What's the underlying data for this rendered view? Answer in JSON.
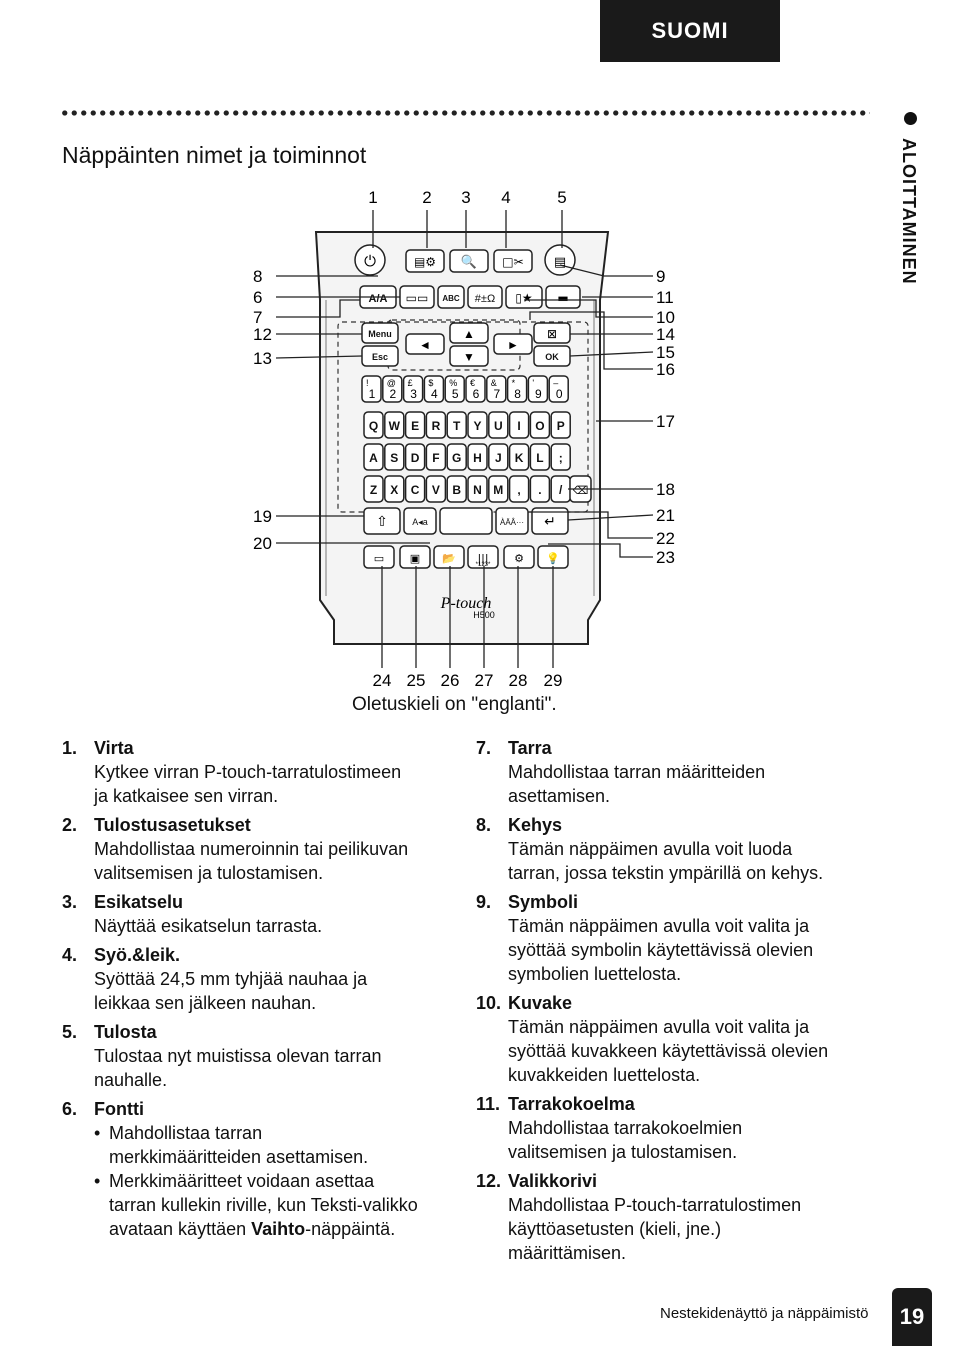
{
  "header": {
    "language_tab": "SUOMI",
    "side_label": "ALOITTAMINEN"
  },
  "section_title": "Näppäinten nimet ja toiminnot",
  "device": {
    "callouts_top": [
      "1",
      "2",
      "3",
      "4",
      "5"
    ],
    "callouts_left": [
      "8",
      "6",
      "7",
      "12",
      "13",
      "19",
      "20"
    ],
    "callouts_right": [
      "9",
      "11",
      "10",
      "14",
      "15",
      "16",
      "17",
      "18",
      "21",
      "22",
      "23"
    ],
    "callouts_bottom": [
      "24",
      "25",
      "26",
      "27",
      "28",
      "29"
    ],
    "keys": {
      "menu": "Menu",
      "esc": "Esc",
      "ok": "OK",
      "num_row": [
        "1",
        "2",
        "3",
        "4",
        "5",
        "6",
        "7",
        "8",
        "9",
        "0"
      ],
      "num_row_sym": [
        "!",
        "@",
        "£",
        "$",
        "%",
        "€",
        "&",
        "*",
        "'",
        "–"
      ],
      "row1": [
        "Q",
        "W",
        "E",
        "R",
        "T",
        "Y",
        "U",
        "I",
        "O",
        "P"
      ],
      "row2": [
        "A",
        "S",
        "D",
        "F",
        "G",
        "H",
        "J",
        "K",
        "L",
        ";"
      ],
      "row3": [
        "Z",
        "X",
        "C",
        "V",
        "B",
        "N",
        "M",
        ",",
        "."
      ],
      "case_key": "A◂a",
      "accent_key": "ÀÄÂ···",
      "abc_key": "ABC",
      "symbol_key": "#±Ω",
      "barcode_digits": "*123*",
      "brand": "P-touch",
      "model": "H500"
    },
    "default_language_note": "Oletuskieli on \"englanti\"."
  },
  "items_left": [
    {
      "num": "1.",
      "title": "Virta",
      "lines": [
        "Kytkee virran P-touch-tarratulostimeen",
        "ja katkaisee sen virran."
      ]
    },
    {
      "num": "2.",
      "title": "Tulostusasetukset",
      "lines": [
        "Mahdollistaa numeroinnin tai peilikuvan",
        "valitsemisen ja tulostamisen."
      ]
    },
    {
      "num": "3.",
      "title": "Esikatselu",
      "lines": [
        "Näyttää esikatselun tarrasta."
      ]
    },
    {
      "num": "4.",
      "title": "Syö.&leik.",
      "lines": [
        "Syöttää 24,5 mm tyhjää nauhaa ja",
        "leikkaa sen jälkeen nauhan."
      ]
    },
    {
      "num": "5.",
      "title": "Tulosta",
      "lines": [
        "Tulostaa nyt muistissa olevan tarran",
        "nauhalle."
      ]
    }
  ],
  "item6": {
    "num": "6.",
    "title": "Fontti",
    "bullet1": [
      "Mahdollistaa tarran",
      "merkkimääritteiden asettamisen."
    ],
    "bullet2_lines": [
      "Merkkimääritteet voidaan asettaa",
      "tarran kullekin riville, kun Teksti-valikko"
    ],
    "bullet2_pre": "avataan käyttäen ",
    "bullet2_bold": "Vaihto",
    "bullet2_post": "-näppäintä."
  },
  "items_right": [
    {
      "num": "7.",
      "title": "Tarra",
      "lines": [
        "Mahdollistaa tarran määritteiden",
        "asettamisen."
      ]
    },
    {
      "num": "8.",
      "title": "Kehys",
      "lines": [
        "Tämän näppäimen avulla voit luoda",
        "tarran, jossa tekstin ympärillä on kehys."
      ]
    },
    {
      "num": "9.",
      "title": "Symboli",
      "lines": [
        "Tämän näppäimen avulla voit valita ja",
        "syöttää symbolin käytettävissä olevien",
        "symbolien luettelosta."
      ]
    },
    {
      "num": "10.",
      "title": "Kuvake",
      "lines": [
        "Tämän näppäimen avulla voit valita ja",
        "syöttää kuvakkeen käytettävissä olevien",
        "kuvakkeiden luettelosta."
      ]
    },
    {
      "num": "11.",
      "title": "Tarrakokoelma",
      "lines": [
        "Mahdollistaa tarrakokoelmien",
        "valitsemisen ja tulostamisen."
      ]
    },
    {
      "num": "12.",
      "title": "Valikkorivi",
      "lines": [
        "Mahdollistaa P-touch-tarratulostimen",
        "käyttöasetusten (kieli, jne.)",
        "määrittämisen."
      ]
    }
  ],
  "footer": {
    "text": "Nestekidenäyttö ja näppäimistö",
    "page": "19"
  }
}
